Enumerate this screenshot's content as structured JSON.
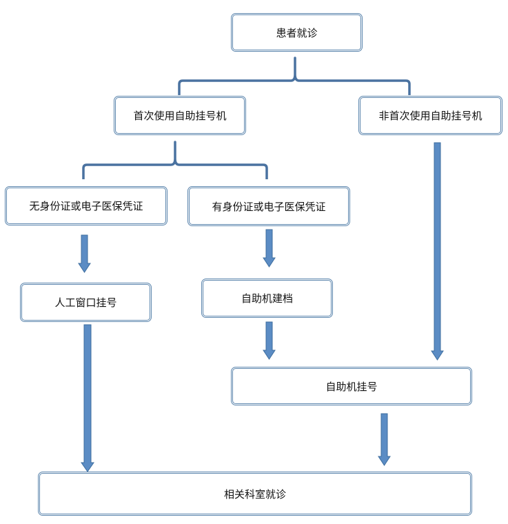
{
  "colors": {
    "arrow_fill": "#5b8cc4",
    "arrow_stroke": "#3d6d9e",
    "bracket": "#4a72a0",
    "node_border": "#5b85ad",
    "text": "#111111"
  },
  "nodes": {
    "patient_visit": "患者就诊",
    "first_time_kiosk": "首次使用自助挂号机",
    "non_first_time_kiosk": "非首次使用自助挂号机",
    "no_id_card": "无身份证或电子医保凭证",
    "has_id_card": "有身份证或电子医保凭证",
    "manual_window": "人工窗口挂号",
    "kiosk_register_file": "自助机建档",
    "kiosk_registration": "自助机挂号",
    "department_visit": "相关科室就诊"
  }
}
